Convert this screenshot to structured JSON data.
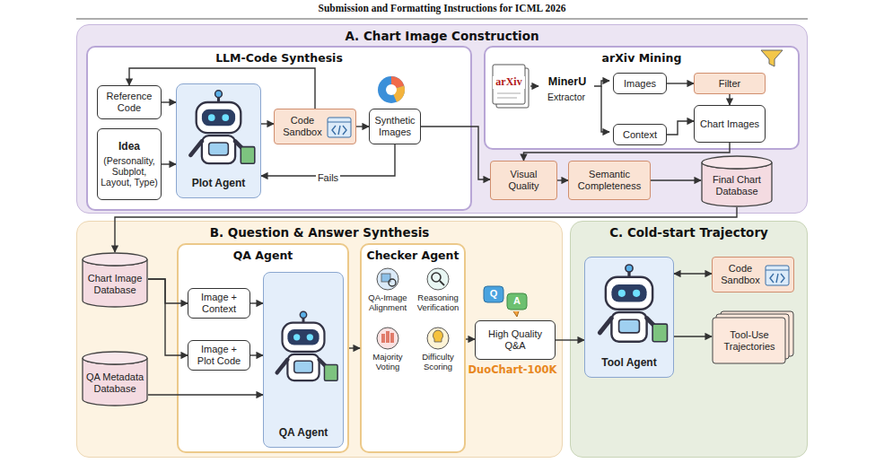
{
  "diagram": {
    "nodes": [
      {
        "text": [
          "A. Chart Image Construction"
        ]
      },
      {
        "text": [
          "LLM-Code Synthesis"
        ],
        "in": 0
      },
      {
        "text": [
          "Reference Code"
        ],
        "in": 1
      },
      {
        "text": [
          "Idea",
          "(Personality, Subplot, Layout, Type)"
        ],
        "in": 1
      },
      {
        "text": [
          "Plot Agent"
        ],
        "in": 1
      },
      {
        "text": [
          "Code Sandbox"
        ],
        "in": 1
      },
      {
        "text": [
          "Synthetic Images"
        ],
        "in": 1
      },
      {
        "text": [
          "arXiv Mining"
        ],
        "in": 0
      },
      {
        "text": [
          "Images"
        ],
        "in": 7
      },
      {
        "text": [
          "Filter"
        ],
        "in": 7
      },
      {
        "text": [
          "Context"
        ],
        "in": 7
      },
      {
        "text": [
          "Chart Images"
        ],
        "in": 7
      },
      {
        "text": [
          "Visual Quality"
        ],
        "in": 0
      },
      {
        "text": [
          "Semantic Completeness"
        ],
        "in": 0
      },
      {
        "text": [
          "Final Chart Database"
        ],
        "in": 0
      },
      {
        "text": [
          "B. Question & Answer Synthesis"
        ]
      },
      {
        "text": [
          "Chart Image Database"
        ],
        "in": 15
      },
      {
        "text": [
          "QA Metadata Database"
        ],
        "in": 15
      },
      {
        "text": [
          "QA Agent"
        ],
        "in": 15
      },
      {
        "text": [
          "Image + Context"
        ],
        "in": 18
      },
      {
        "text": [
          "Image + Plot Code"
        ],
        "in": 18
      },
      {
        "text": [
          "QA Agent"
        ],
        "in": 18
      },
      {
        "text": [
          "Checker Agent"
        ],
        "in": 15
      },
      {
        "text": [
          "High Quality Q&A"
        ],
        "in": 15
      },
      {
        "text": [
          "C. Cold-start Trajectory"
        ]
      },
      {
        "text": [
          "Tool Agent"
        ],
        "in": 24
      },
      {
        "text": [
          "Code Sandbox"
        ],
        "in": 24
      },
      {
        "text": [
          "Tool-Use Trajectories"
        ],
        "in": 24
      }
    ],
    "edges": [
      {
        "from": 2,
        "to": 4,
        "arrow": "to"
      },
      {
        "from": 3,
        "to": 4,
        "arrow": "to"
      },
      {
        "from": 4,
        "to": 5,
        "arrow": "to"
      },
      {
        "from": 5,
        "to": 2,
        "arrow": "to"
      },
      {
        "from": 5,
        "to": 6,
        "arrow": "to"
      },
      {
        "from": 6,
        "to": 4,
        "label": "Fails",
        "arrow": "to"
      },
      {
        "from": 6,
        "to": 12,
        "arrow": "to"
      },
      {
        "from": 8,
        "to": 9,
        "arrow": "to"
      },
      {
        "from": 9,
        "to": 11,
        "arrow": "to"
      },
      {
        "from": 10,
        "to": 11,
        "arrow": "to"
      },
      {
        "from": 11,
        "to": 12,
        "arrow": "to"
      },
      {
        "from": 12,
        "to": 13,
        "arrow": "to"
      },
      {
        "from": 13,
        "to": 14,
        "arrow": "to"
      },
      {
        "from": 14,
        "to": 16,
        "arrow": "to"
      },
      {
        "from": 16,
        "to": 19,
        "arrow": "to"
      },
      {
        "from": 16,
        "to": 20,
        "arrow": "to"
      },
      {
        "from": 17,
        "to": 21,
        "arrow": "to"
      },
      {
        "from": 19,
        "to": 21,
        "arrow": "to"
      },
      {
        "from": 20,
        "to": 21,
        "arrow": "to"
      },
      {
        "from": 18,
        "to": 22,
        "arrow": "to"
      },
      {
        "from": 22,
        "to": 23,
        "arrow": "to"
      },
      {
        "from": 23,
        "to": 25,
        "arrow": "to"
      },
      {
        "from": 25,
        "to": 26,
        "arrow": "both"
      },
      {
        "from": 25,
        "to": 27,
        "arrow": "to"
      }
    ],
    "labels": [
      "Submission and Formatting Instructions for ICML 2026",
      "arXiv",
      "MinerU",
      "Extractor",
      "QA-Image Alignment",
      "Reasoning Verification",
      "Majority Voting",
      "Difficulty Scoring",
      "Q",
      "A",
      "DuoChart-100K"
    ]
  }
}
